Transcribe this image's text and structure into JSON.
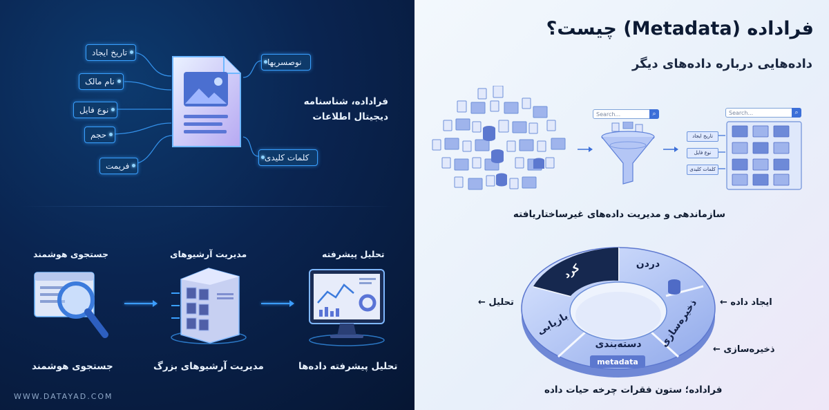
{
  "left": {
    "tags_left": [
      "تاریخ ایجاد",
      "نام مالک",
      "نوع فایل",
      "حجم",
      "فریمت"
    ],
    "tags_right": [
      "نوصسریها",
      "کلمات کلیدی"
    ],
    "caption_line1": "فراداده، شناسنامه",
    "caption_line2": "دیجیتال اطلاعات",
    "features": [
      {
        "title": "جستجوی هوشمند",
        "caption": "جستجوی هوشمند",
        "icon": "search-window-icon"
      },
      {
        "title": "مدیریت آرشیوهای",
        "caption": "مدیریت آرشیوهای بزرگ",
        "icon": "archive-server-icon"
      },
      {
        "title": "تحلیل پیشرفته",
        "caption": "تحلیل پیشرفته داده‌ها",
        "icon": "analytics-monitor-icon"
      }
    ],
    "watermark": "WWW.DATAYAD.COM"
  },
  "right": {
    "title": "فراداده (Metadata) چیست؟",
    "subtitle": "داده‌هایی درباره داده‌های دیگر",
    "search_placeholder_1": "Search...",
    "search_placeholder_2": "Search...",
    "mini_tags": [
      "تاریخ ایجاد",
      "نوع فایل",
      "کلمات کلیدی"
    ],
    "organize_caption": "سازماندهی و مدیریت داده‌های غیرساختاریافته",
    "cycle": {
      "segments": [
        "دردن",
        "ذخیره‌سازی",
        "دسته‌بندی",
        "بازیابی",
        "کرد"
      ],
      "core_label": "metadata",
      "left_label": "تحلیل",
      "right_label_1": "ایجاد داده",
      "right_label_2": "ذخیره‌سازی",
      "caption": "فراداده؛ ستون فقرات چرخه حیات داده"
    }
  },
  "colors": {
    "left_bg": "#0a2450",
    "glow_blue": "#39a0ff",
    "right_bg": "#eef4fb",
    "ring_light": "#b9cdf5",
    "ring_dark": "#16284f"
  }
}
